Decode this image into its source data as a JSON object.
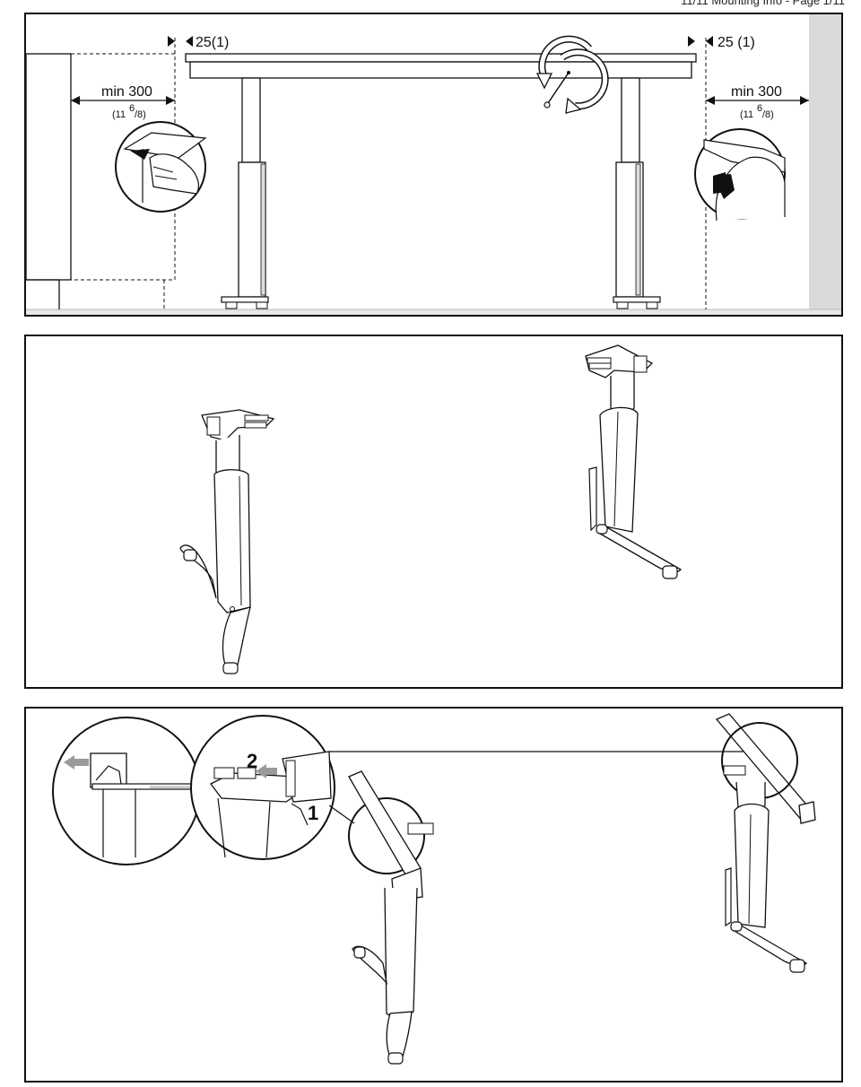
{
  "header": {
    "text": "11/11 Mounting Info - Page 1/11"
  },
  "panel1": {
    "left_gap_label": "25(1)",
    "right_gap_label": "25 (1)",
    "left_clearance": {
      "main": "min 300",
      "sub": "(11",
      "sup": "6",
      "den": "/8)"
    },
    "right_clearance": {
      "main": "min 300",
      "sub": "(11",
      "sup": "6",
      "den": "/8)"
    }
  },
  "panel3": {
    "step_1": "1",
    "step_2": "2"
  },
  "colors": {
    "line": "#111111",
    "wall": "#d9d9d9",
    "floor": "#e6e6e6",
    "arrow_gray": "#9a9a9a"
  },
  "icons": [
    "rotate-arrows-icon",
    "finger-pinch-icon",
    "head-clearance-icon",
    "slide-left-arrow-icon"
  ]
}
